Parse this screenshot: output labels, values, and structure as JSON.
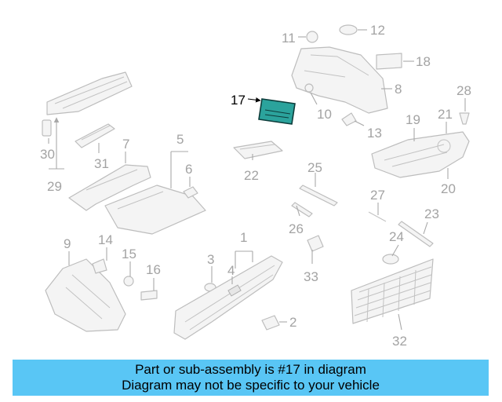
{
  "diagram": {
    "callouts": [
      "1",
      "2",
      "3",
      "4",
      "5",
      "6",
      "7",
      "8",
      "9",
      "10",
      "11",
      "12",
      "13",
      "14",
      "15",
      "16",
      "17",
      "18",
      "19",
      "20",
      "21",
      "22",
      "23",
      "24",
      "25",
      "26",
      "27",
      "28",
      "29",
      "30",
      "31",
      "32",
      "33"
    ],
    "highlighted_callout": "17",
    "colors": {
      "highlight_part": "#1a8f8a",
      "callout_text": "#a3a3a3",
      "banner": "#59c6f5"
    }
  },
  "banner": {
    "line1": "Part or sub-assembly is #17 in diagram",
    "line2": "Diagram may not be specific to your vehicle"
  }
}
